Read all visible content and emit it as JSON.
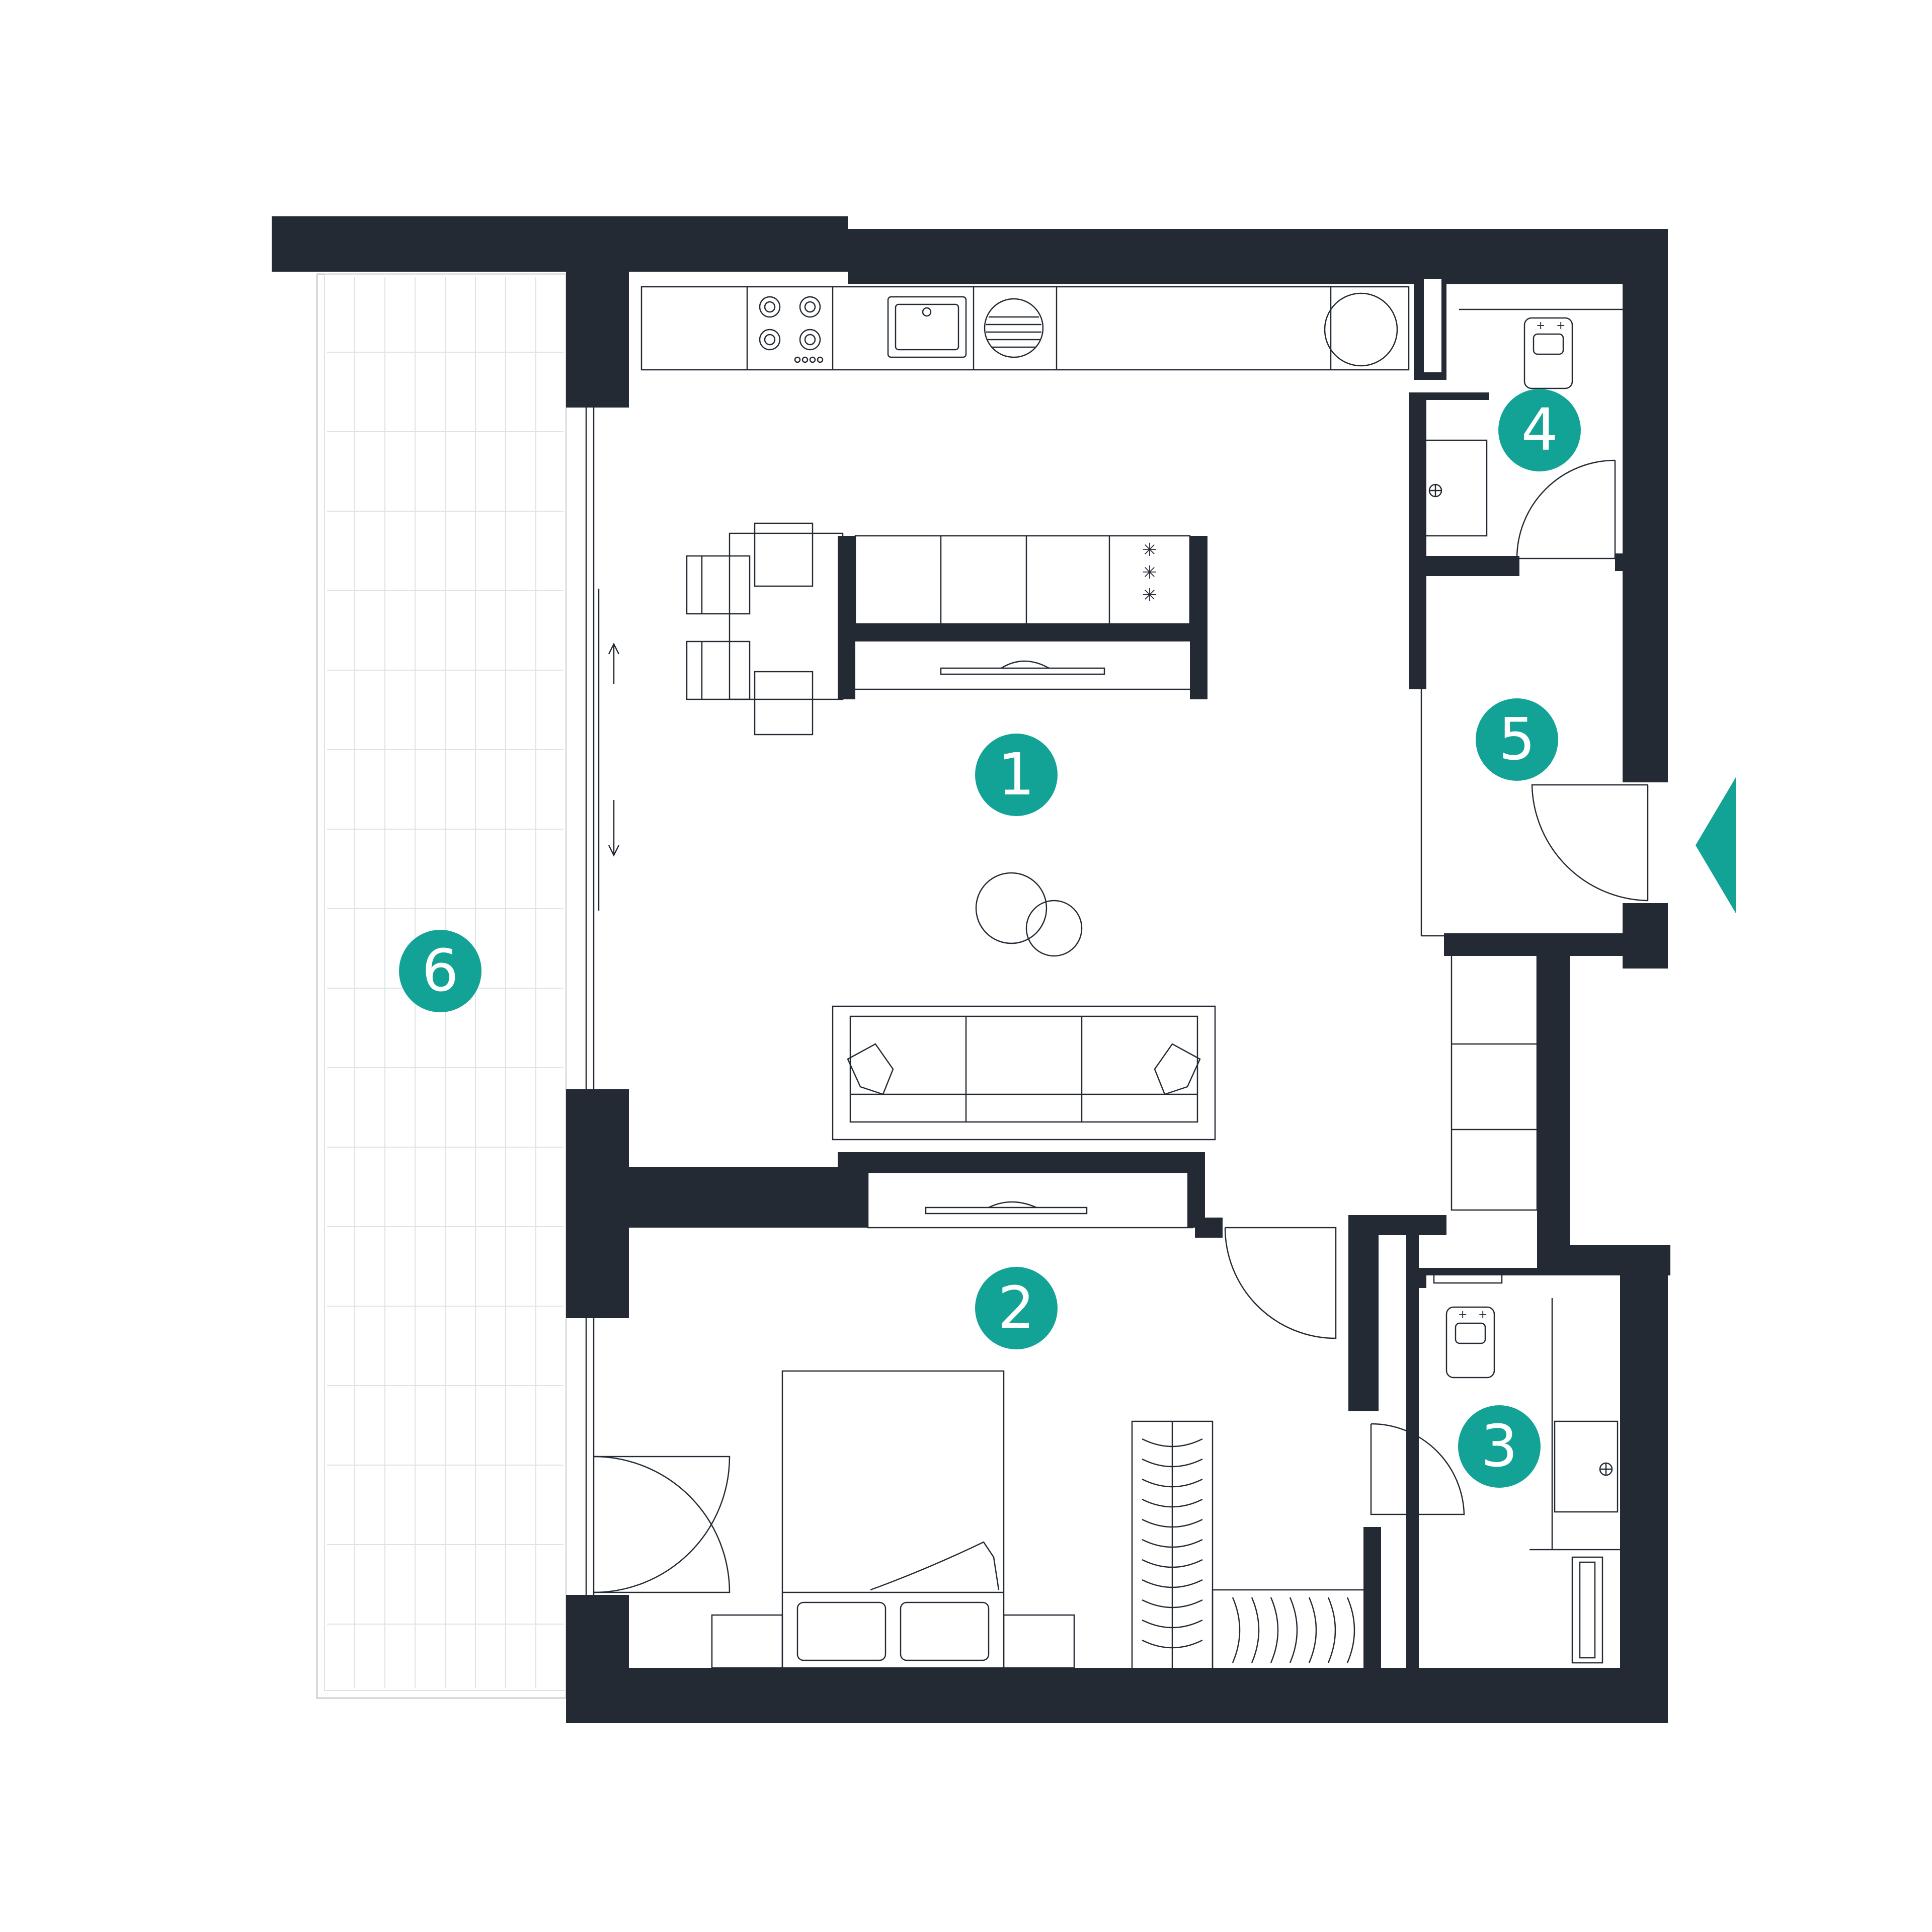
{
  "colors": {
    "wall": "#232a33",
    "accent": "#13a396",
    "line": "#232a33",
    "terrace_grid": "#dfe3e4",
    "background": "#ffffff"
  },
  "rooms": [
    {
      "id": "room-1",
      "label": "1"
    },
    {
      "id": "room-2",
      "label": "2"
    },
    {
      "id": "room-3",
      "label": "3"
    },
    {
      "id": "room-4",
      "label": "4"
    },
    {
      "id": "room-5",
      "label": "5"
    },
    {
      "id": "room-6",
      "label": "6"
    }
  ],
  "entrance": {
    "icon": "entrance-arrow-icon"
  }
}
